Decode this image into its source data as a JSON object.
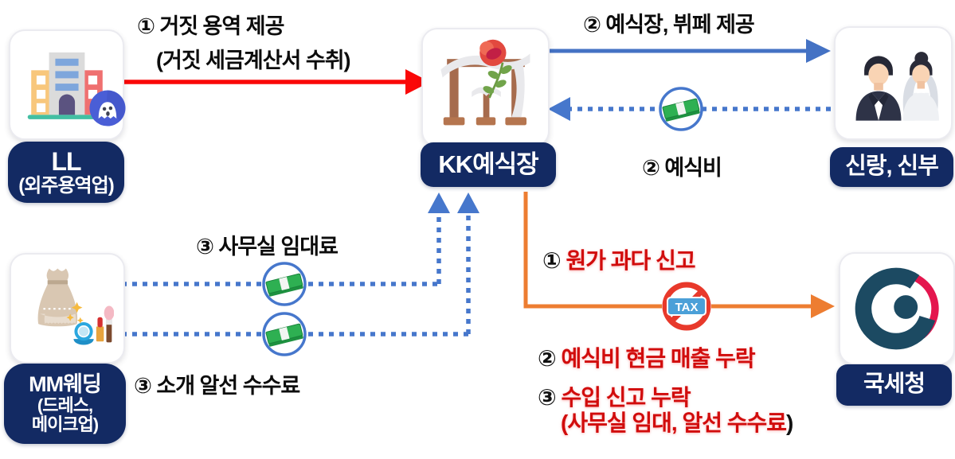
{
  "entities": {
    "ll": {
      "title": "LL",
      "subtitle": "(외주용역업)"
    },
    "kk": {
      "title": "KK예식장"
    },
    "couple": {
      "title": "신랑, 신부"
    },
    "mm": {
      "title": "MM웨딩",
      "subtitle_line1": "(드레스,",
      "subtitle_line2": "메이크업)"
    },
    "nts": {
      "title": "국세청"
    }
  },
  "flows": {
    "fake_service": {
      "line1": "① 거짓 용역 제공",
      "line2": "(거짓 세금계산서 수취)"
    },
    "venue_buffet": {
      "label": "② 예식장, 뷔페 제공"
    },
    "wedding_fee": {
      "label": "② 예식비"
    },
    "office_rent": {
      "label": "③ 사무실 임대료"
    },
    "referral_fee": {
      "label": "③ 소개 알선 수수료"
    }
  },
  "report": {
    "line1": {
      "num": "①",
      "text": "원가 과다 신고"
    },
    "line2": {
      "num": "②",
      "text": "예식비 현금 매출 누락"
    },
    "line3": {
      "num": "③",
      "text": "수입 신고 누락"
    },
    "line3_sub": {
      "text": "(사무실 임대, 알선 수수료",
      "close": ")"
    }
  },
  "tax_badge": {
    "label": "TAX"
  },
  "colors": {
    "navy_label": "#132a63",
    "arrow_blue": "#4472c4",
    "arrow_red": "#fa0808",
    "arrow_orange": "#ed7d31",
    "alert_red_text": "#d10c0c",
    "money_green": "#2eb052",
    "ban_red": "#e8392b",
    "tax_tag_blue": "#4ba0d8"
  }
}
